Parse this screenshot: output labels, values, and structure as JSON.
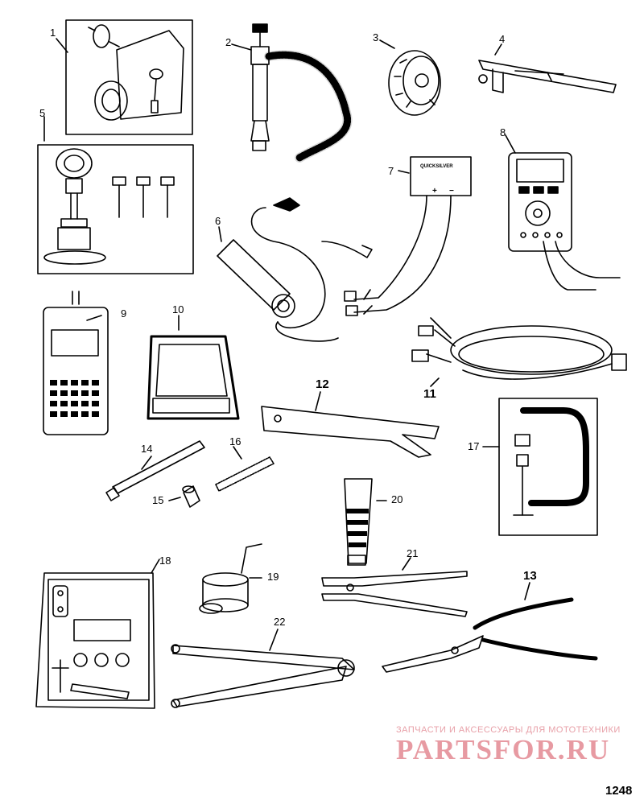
{
  "items": [
    {
      "id": "1",
      "label": "1"
    },
    {
      "id": "2",
      "label": "2"
    },
    {
      "id": "3",
      "label": "3"
    },
    {
      "id": "4",
      "label": "4"
    },
    {
      "id": "5",
      "label": "5"
    },
    {
      "id": "6",
      "label": "6"
    },
    {
      "id": "7",
      "label": "7"
    },
    {
      "id": "8",
      "label": "8"
    },
    {
      "id": "9",
      "label": "9"
    },
    {
      "id": "10",
      "label": "10"
    },
    {
      "id": "11",
      "label": "11"
    },
    {
      "id": "12",
      "label": "12"
    },
    {
      "id": "13",
      "label": "13"
    },
    {
      "id": "14",
      "label": "14"
    },
    {
      "id": "15",
      "label": "15"
    },
    {
      "id": "16",
      "label": "16"
    },
    {
      "id": "17",
      "label": "17"
    },
    {
      "id": "18",
      "label": "18"
    },
    {
      "id": "19",
      "label": "19"
    },
    {
      "id": "20",
      "label": "20"
    },
    {
      "id": "21",
      "label": "21"
    },
    {
      "id": "22",
      "label": "22"
    }
  ],
  "tool_labels": {
    "quicksilver_box": "QUICKSILVER",
    "terminal_plus": "+",
    "terminal_minus": "−"
  },
  "watermark": {
    "tagline": "ЗАПЧАСТИ И АКСЕССУАРЫ ДЛЯ МОТОТЕХНИКИ",
    "logo": "PARTSFOR.RU"
  },
  "page_number": "1248"
}
